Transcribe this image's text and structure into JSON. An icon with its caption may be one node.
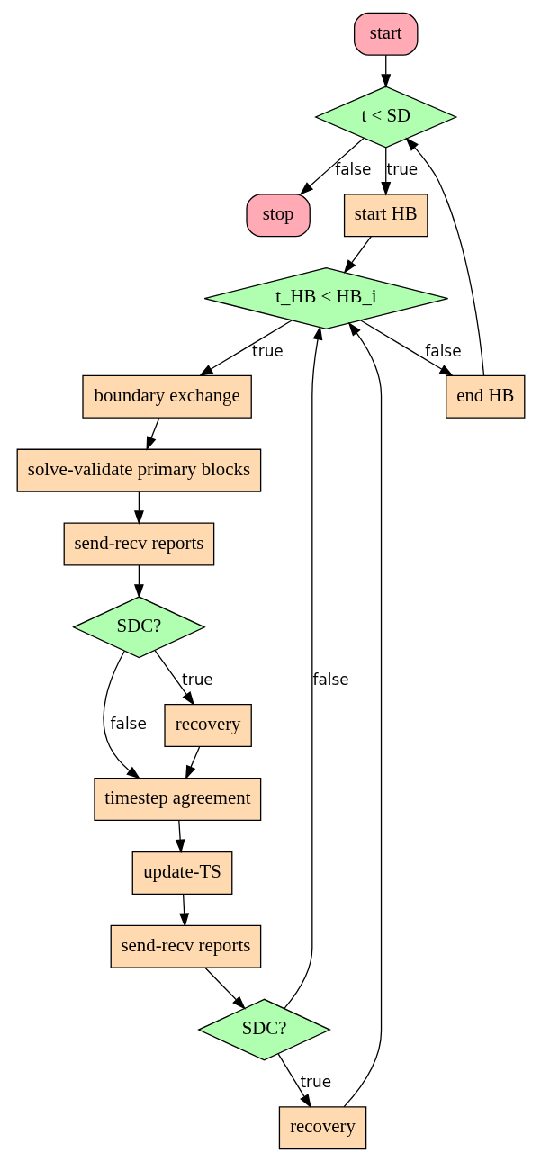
{
  "diagram": {
    "nodes": [
      {
        "text": [
          "start"
        ]
      },
      {
        "text": [
          "t < SD"
        ]
      },
      {
        "text": [
          "stop"
        ]
      },
      {
        "text": [
          "end HB"
        ]
      },
      {
        "text": [
          "start HB"
        ]
      },
      {
        "text": [
          "t_HB < HB_i"
        ]
      },
      {
        "text": [
          "boundary exchange"
        ]
      },
      {
        "text": [
          "solve-validate primary blocks"
        ]
      },
      {
        "text": [
          "send-recv reports"
        ]
      },
      {
        "text": [
          "recovery"
        ]
      },
      {
        "text": [
          "SDC?"
        ]
      },
      {
        "text": [
          "send-recv reports"
        ]
      },
      {
        "text": [
          "update-TS"
        ]
      },
      {
        "text": [
          "SDC?"
        ]
      },
      {
        "text": [
          "timestep agreement"
        ]
      },
      {
        "text": [
          "recovery"
        ]
      }
    ],
    "edges": [
      {
        "from": 0,
        "to": 1,
        "arrow": "to"
      },
      {
        "from": 1,
        "to": 2,
        "arrow": "to",
        "label": "false"
      },
      {
        "from": 1,
        "to": 4,
        "arrow": "to",
        "label": "true"
      },
      {
        "from": 3,
        "to": 1,
        "arrow": "to"
      },
      {
        "from": 4,
        "to": 5,
        "arrow": "to"
      },
      {
        "from": 5,
        "to": 3,
        "arrow": "to",
        "label": "false"
      },
      {
        "from": 5,
        "to": 6,
        "arrow": "to",
        "label": "true"
      },
      {
        "from": 6,
        "to": 7,
        "arrow": "to"
      },
      {
        "from": 7,
        "to": 8,
        "arrow": "to"
      },
      {
        "from": 8,
        "to": 13,
        "arrow": "to"
      },
      {
        "from": 13,
        "to": 14,
        "arrow": "to",
        "label": "false"
      },
      {
        "from": 13,
        "to": 15,
        "arrow": "to",
        "label": "true"
      },
      {
        "from": 15,
        "to": 14,
        "arrow": "to"
      },
      {
        "from": 14,
        "to": 12,
        "arrow": "to"
      },
      {
        "from": 12,
        "to": 11,
        "arrow": "to"
      },
      {
        "from": 11,
        "to": 10,
        "arrow": "to"
      },
      {
        "from": 10,
        "to": 9,
        "arrow": "to",
        "label": "true"
      },
      {
        "from": 10,
        "to": 5,
        "arrow": "to",
        "label": "false"
      },
      {
        "from": 9,
        "to": 5,
        "arrow": "to"
      }
    ]
  }
}
